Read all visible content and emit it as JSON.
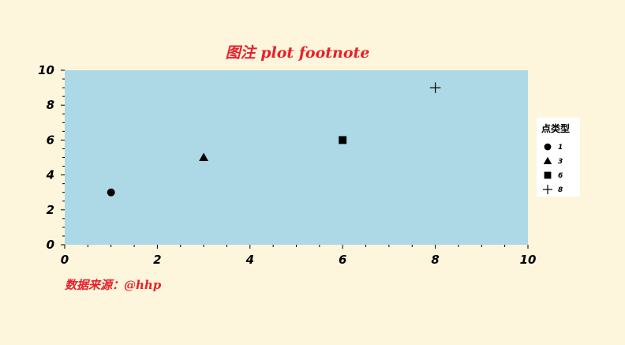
{
  "chart_data": {
    "type": "scatter",
    "title": "图注 plot footnote",
    "caption": "数据来源：@hhp",
    "xlabel": "",
    "ylabel": "",
    "xlim": [
      0,
      10
    ],
    "ylim": [
      0,
      10
    ],
    "x_ticks": [
      "0",
      "2",
      "4",
      "6",
      "8",
      "10"
    ],
    "y_ticks": [
      "0",
      "2",
      "4",
      "6",
      "8",
      "10"
    ],
    "grid": false,
    "legend": {
      "title": "点类型",
      "placement": "right",
      "entries": [
        {
          "label": "1",
          "marker": "circle"
        },
        {
          "label": "3",
          "marker": "triangle"
        },
        {
          "label": "6",
          "marker": "square"
        },
        {
          "label": "8",
          "marker": "plus"
        }
      ]
    },
    "points": [
      {
        "x": 1,
        "y": 3,
        "marker": "circle",
        "group": "1"
      },
      {
        "x": 3,
        "y": 5,
        "marker": "triangle",
        "group": "3"
      },
      {
        "x": 6,
        "y": 6,
        "marker": "square",
        "group": "6"
      },
      {
        "x": 8,
        "y": 9,
        "marker": "plus",
        "group": "8"
      }
    ],
    "colors": {
      "page_background": "#fdf5dc",
      "panel_background": "#add8e6",
      "title": "#e8202a",
      "caption": "#e8202a",
      "points": "#000000",
      "legend_background": "#ffffff"
    }
  }
}
